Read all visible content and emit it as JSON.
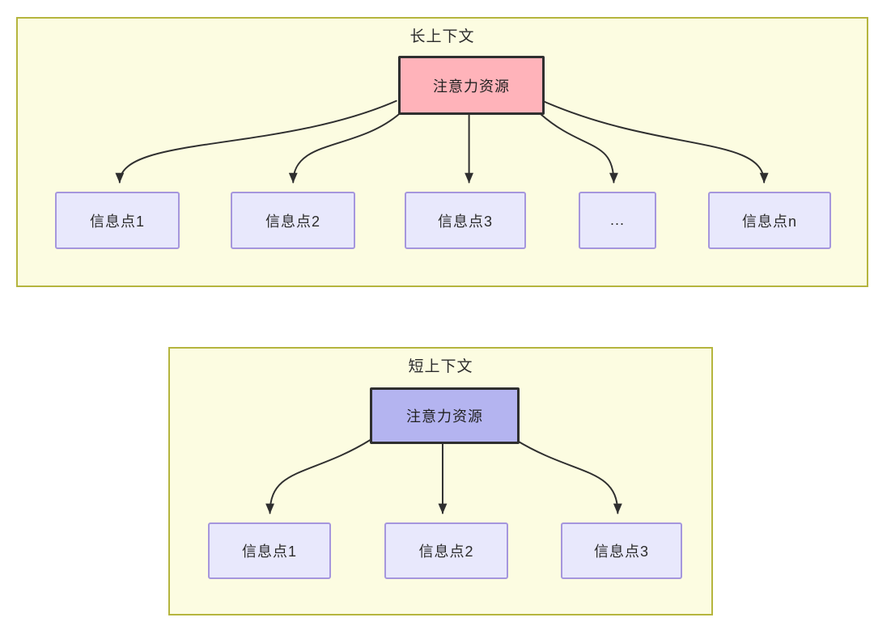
{
  "colors": {
    "page-bg": "#ffffff",
    "container-bg": "#fcfce1",
    "container-border": "#b5b53e",
    "attention-long-bg": "#ffb3ba",
    "attention-short-bg": "#b4b4f0",
    "attention-border": "#2f2f2f",
    "info-bg": "#e8e8fc",
    "info-border": "#a596dd",
    "arrow": "#2f2f2f",
    "text": "#2b2b2b"
  },
  "long_context": {
    "title": "长上下文",
    "attention_label": "注意力资源",
    "info_points": [
      "信息点1",
      "信息点2",
      "信息点3",
      "...",
      "信息点n"
    ]
  },
  "short_context": {
    "title": "短上下文",
    "attention_label": "注意力资源",
    "info_points": [
      "信息点1",
      "信息点2",
      "信息点3"
    ]
  }
}
